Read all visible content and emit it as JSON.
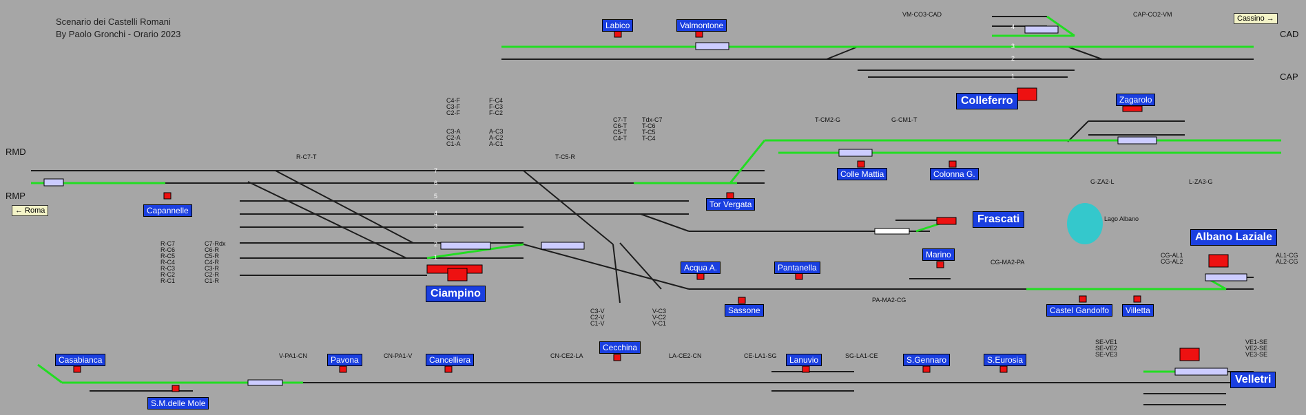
{
  "header": {
    "line1": "Scenario dei Castelli Romani",
    "line2": "By Paolo Gronchi - Orario 2023"
  },
  "stations": [
    {
      "name": "Labico",
      "big": false
    },
    {
      "name": "Valmontone",
      "big": false
    },
    {
      "name": "Colleferro",
      "big": true
    },
    {
      "name": "Zagarolo",
      "big": false
    },
    {
      "name": "Colle Mattia",
      "big": false
    },
    {
      "name": "Colonna G.",
      "big": false
    },
    {
      "name": "Tor Vergata",
      "big": false
    },
    {
      "name": "Frascati",
      "big": true
    },
    {
      "name": "Capannelle",
      "big": false
    },
    {
      "name": "Ciampino",
      "big": true
    },
    {
      "name": "Acqua A.",
      "big": false
    },
    {
      "name": "Pantanella",
      "big": false
    },
    {
      "name": "Marino",
      "big": false
    },
    {
      "name": "Sassone",
      "big": false
    },
    {
      "name": "Castel Gandolfo",
      "big": false
    },
    {
      "name": "Villetta",
      "big": false
    },
    {
      "name": "Albano Laziale",
      "big": true
    },
    {
      "name": "Casabianca",
      "big": false
    },
    {
      "name": "S.M.delle Mole",
      "big": false
    },
    {
      "name": "Pavona",
      "big": false
    },
    {
      "name": "Cancelliera",
      "big": false
    },
    {
      "name": "Cecchina",
      "big": false
    },
    {
      "name": "Lanuvio",
      "big": false
    },
    {
      "name": "S.Gennaro",
      "big": false
    },
    {
      "name": "S.Eurosia",
      "big": false
    },
    {
      "name": "Velletri",
      "big": true
    }
  ],
  "sidelabels": {
    "rmd": "RMD",
    "rmp": "RMP",
    "cad": "CAD",
    "cap": "CAP"
  },
  "buttons": {
    "roma": "← Roma",
    "cassino": "Cassino →"
  },
  "lago": "Lago Albano",
  "track_numbers": [
    "7",
    "6",
    "5",
    "4",
    "3",
    "2",
    "1"
  ],
  "colleferro_tracks": [
    "4",
    "3",
    "2",
    "1"
  ],
  "route_labels": {
    "vm_co3_cad": "VM-CO3-CAD",
    "cap_co2_vm": "CAP-CO2-VM",
    "t_cm2_g": "T-CM2-G",
    "g_cm1_t": "G-CM1-T",
    "r_c7_t": "R-C7-T",
    "t_c5_r": "T-C5-R",
    "g_za2_l": "G-ZA2-L",
    "l_za3_g": "L-ZA3-G",
    "cg_ma2_pa": "CG-MA2-PA",
    "pa_ma2_cg": "PA-MA2-CG",
    "v_pa1_cn": "V-PA1-CN",
    "cn_pa1_v": "CN-PA1-V",
    "cn_ce2_la": "CN-CE2-LA",
    "la_ce2_cn": "LA-CE2-CN",
    "ce_la1_sg": "CE-LA1-SG",
    "sg_la1_ce": "SG-LA1-CE"
  },
  "route_groups": {
    "c_to_f": [
      "C4-F",
      "C3-F",
      "C2-F"
    ],
    "f_to_c": [
      "F-C4",
      "F-C3",
      "F-C2"
    ],
    "c_to_a": [
      "C3-A",
      "C2-A",
      "C1-A"
    ],
    "a_to_c": [
      "A-C3",
      "A-C2",
      "A-C1"
    ],
    "c_to_t": [
      "C7-T",
      "C6-T",
      "C5-T",
      "C4-T"
    ],
    "t_to_c": [
      "Tdx-C7",
      "T-C6",
      "T-C5",
      "T-C4"
    ],
    "r_to_c": [
      "R-C7",
      "R-C6",
      "R-C5",
      "R-C4",
      "R-C3",
      "R-C2",
      "R-C1"
    ],
    "c_to_r": [
      "C7-Rdx",
      "C6-R",
      "C5-R",
      "C4-R",
      "C3-R",
      "C2-R",
      "C1-R"
    ],
    "c_to_v": [
      "C3-V",
      "C2-V",
      "C1-V"
    ],
    "v_to_c": [
      "V-C3",
      "V-C2",
      "V-C1"
    ],
    "cg_al": [
      "CG-AL1",
      "CG-AL2"
    ],
    "al_cg": [
      "AL1-CG",
      "AL2-CG"
    ],
    "se_ve": [
      "SE-VE1",
      "SE-VE2",
      "SE-VE3"
    ],
    "ve_se": [
      "VE1-SE",
      "VE2-SE",
      "VE3-SE"
    ]
  },
  "colors": {
    "background": "#a6a6a6",
    "track": "#1c1c1c",
    "active_track": "#22dd22",
    "station_label": "#1a3fe0",
    "platform_block": "#ee1111",
    "lake": "#34c8cc"
  }
}
